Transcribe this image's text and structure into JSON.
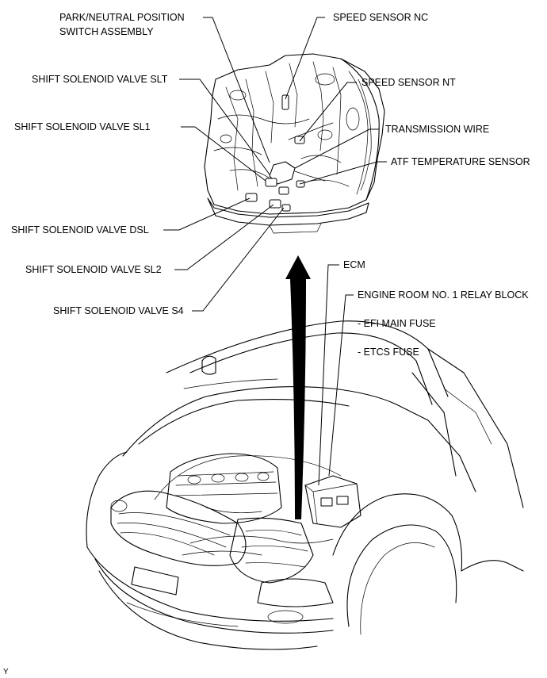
{
  "labels": {
    "park_neutral_line1": "PARK/NEUTRAL POSITION",
    "park_neutral_line2": "SWITCH ASSEMBLY",
    "speed_sensor_nc": "SPEED SENSOR NC",
    "speed_sensor_nt": "SPEED SENSOR NT",
    "shift_solenoid_slt": "SHIFT SOLENOID VALVE SLT",
    "shift_solenoid_sl1": "SHIFT SOLENOID VALVE SL1",
    "transmission_wire": "TRANSMISSION WIRE",
    "atf_temperature_sensor": "ATF TEMPERATURE SENSOR",
    "shift_solenoid_dsl": "SHIFT SOLENOID VALVE DSL",
    "shift_solenoid_sl2": "SHIFT SOLENOID VALVE SL2",
    "shift_solenoid_s4": "SHIFT SOLENOID VALVE S4",
    "ecm": "ECM",
    "relay_block": "ENGINE ROOM NO. 1 RELAY BLOCK",
    "efi_main_fuse": "- EFI MAIN FUSE",
    "etcs_fuse": "- ETCS FUSE",
    "corner_mark": "Y"
  }
}
